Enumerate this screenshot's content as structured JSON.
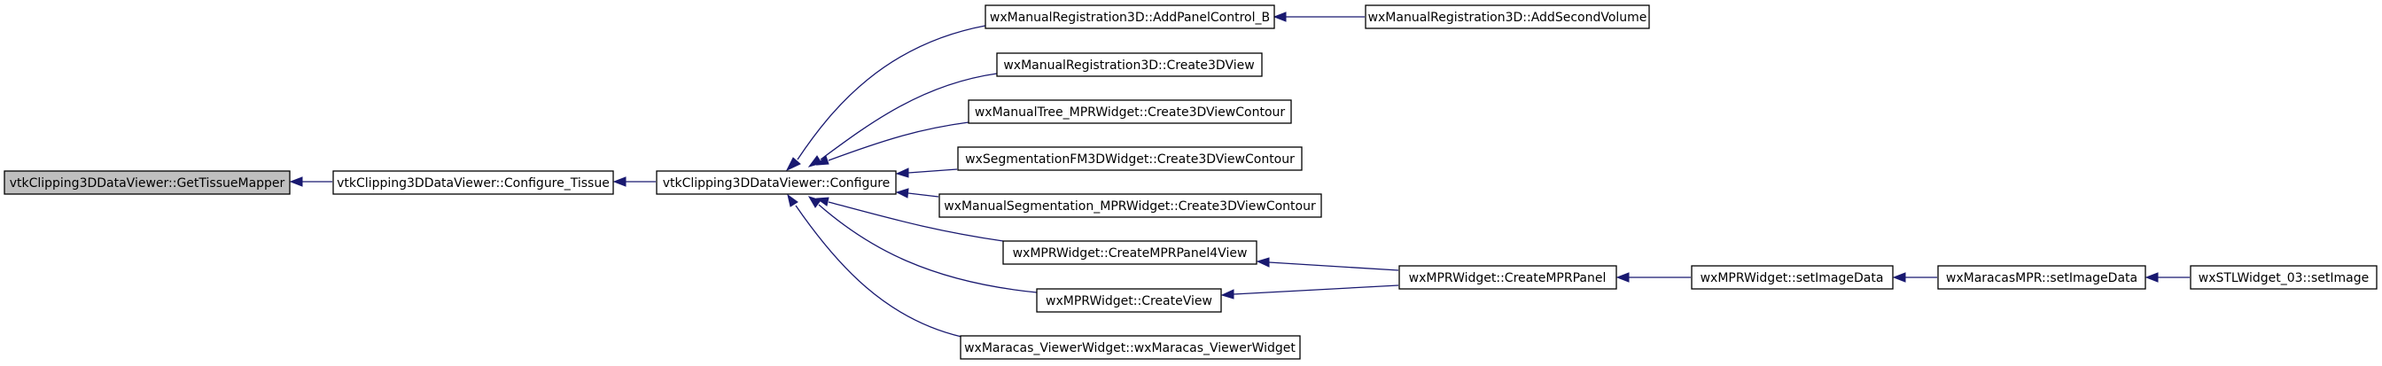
{
  "graph": {
    "colors": {
      "edge": "#191970",
      "root_fill": "#bfbfbf",
      "node_fill": "#ffffff",
      "node_border": "#000000"
    },
    "nodes": [
      {
        "id": "n0",
        "label": "vtkClipping3DDataViewer::GetTissueMapper"
      },
      {
        "id": "n1",
        "label": "vtkClipping3DDataViewer::Configure_Tissue"
      },
      {
        "id": "n2",
        "label": "vtkClipping3DDataViewer::Configure"
      },
      {
        "id": "n3",
        "label": "wxManualRegistration3D::AddPanelControl_B"
      },
      {
        "id": "n4",
        "label": "wxManualRegistration3D::AddSecondVolume"
      },
      {
        "id": "n5",
        "label": "wxManualRegistration3D::Create3DView"
      },
      {
        "id": "n6",
        "label": "wxManualTree_MPRWidget::Create3DViewContour"
      },
      {
        "id": "n7",
        "label": "wxSegmentationFM3DWidget::Create3DViewContour"
      },
      {
        "id": "n8",
        "label": "wxManualSegmentation_MPRWidget::Create3DViewContour"
      },
      {
        "id": "n9",
        "label": "wxMPRWidget::CreateMPRPanel4View"
      },
      {
        "id": "n10",
        "label": "wxMPRWidget::CreateView"
      },
      {
        "id": "n11",
        "label": "wxMaracas_ViewerWidget::wxMaracas_ViewerWidget"
      },
      {
        "id": "n12",
        "label": "wxMPRWidget::CreateMPRPanel"
      },
      {
        "id": "n13",
        "label": "wxMPRWidget::setImageData"
      },
      {
        "id": "n14",
        "label": "wxMaracasMPR::setImageData"
      },
      {
        "id": "n15",
        "label": "wxSTLWidget_03::setImage"
      }
    ],
    "edges": [
      {
        "from": "n1",
        "to": "n0"
      },
      {
        "from": "n2",
        "to": "n1"
      },
      {
        "from": "n3",
        "to": "n2"
      },
      {
        "from": "n5",
        "to": "n2"
      },
      {
        "from": "n6",
        "to": "n2"
      },
      {
        "from": "n7",
        "to": "n2"
      },
      {
        "from": "n8",
        "to": "n2"
      },
      {
        "from": "n9",
        "to": "n2"
      },
      {
        "from": "n10",
        "to": "n2"
      },
      {
        "from": "n11",
        "to": "n2"
      },
      {
        "from": "n4",
        "to": "n3"
      },
      {
        "from": "n12",
        "to": "n9"
      },
      {
        "from": "n12",
        "to": "n10"
      },
      {
        "from": "n13",
        "to": "n12"
      },
      {
        "from": "n14",
        "to": "n13"
      },
      {
        "from": "n15",
        "to": "n14"
      }
    ]
  }
}
